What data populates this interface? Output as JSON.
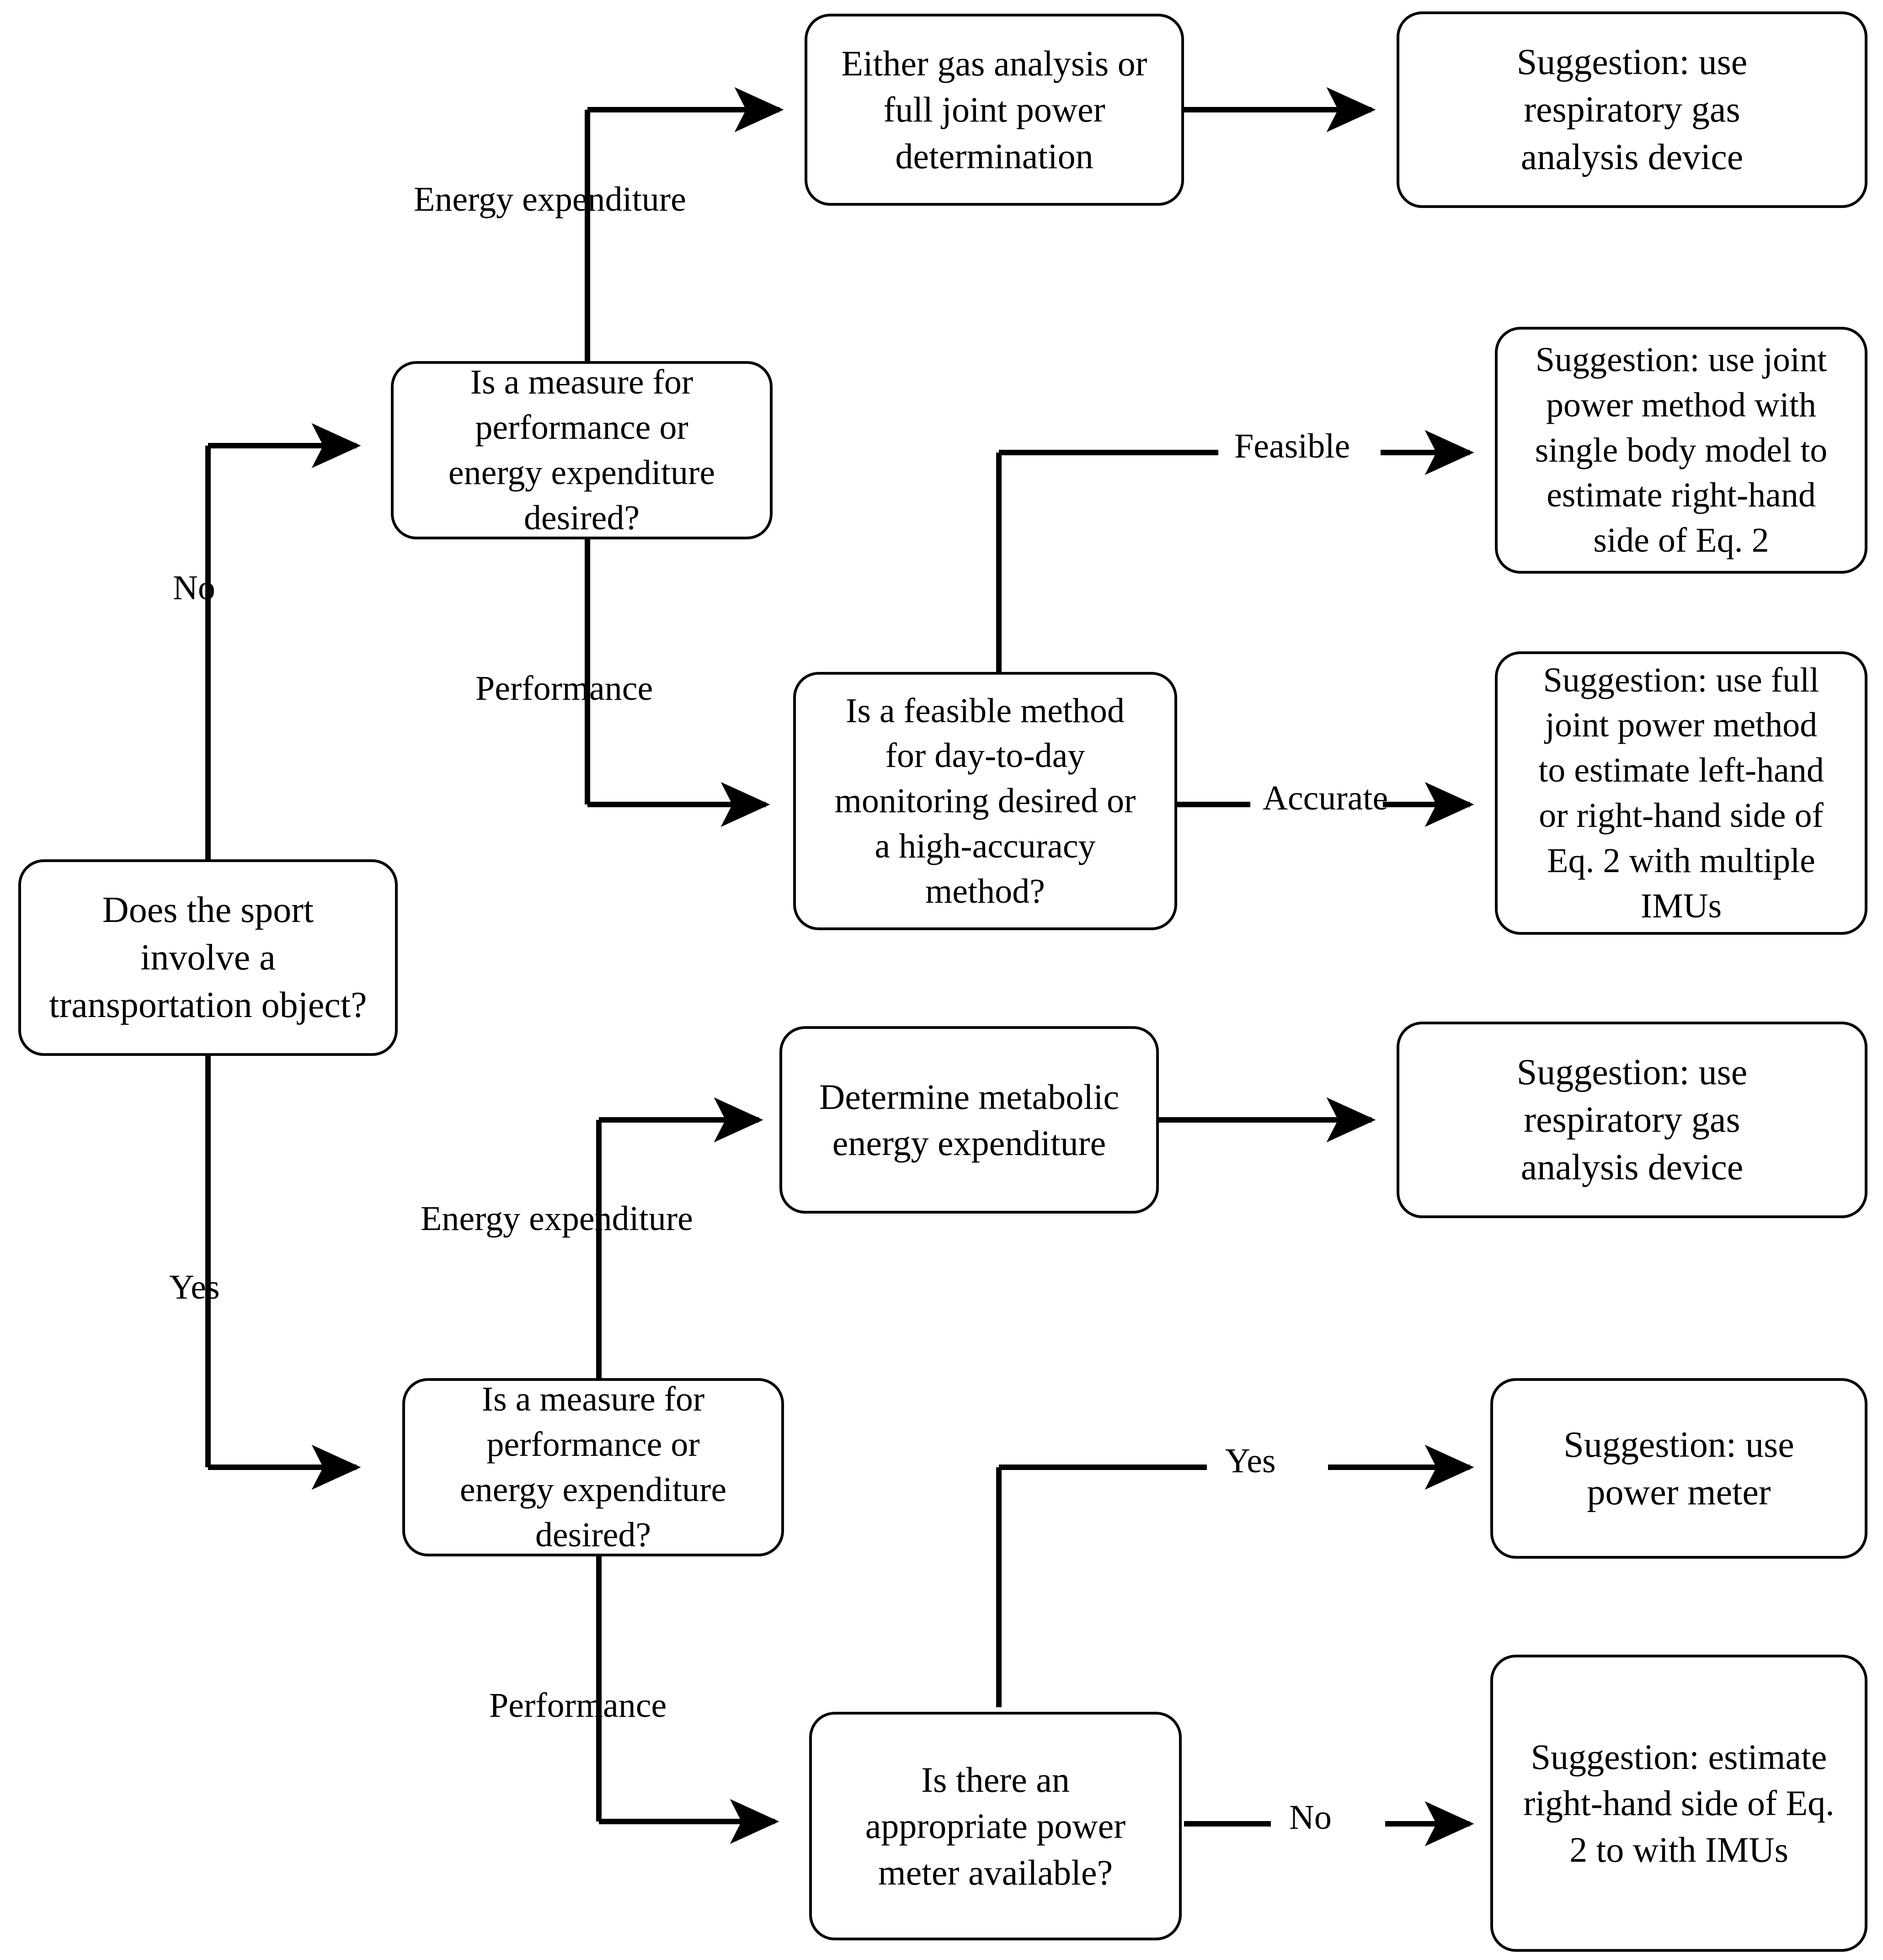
{
  "diagram": {
    "title": "Decision flowchart for selecting a measurement method for sport performance or energy expenditure",
    "line_color": "#000000",
    "background_color": "#ffffff"
  },
  "nodes": {
    "start_sport": "Does the sport\ninvolve a\ntransportation object?",
    "measure_top": "Is a measure for\nperformance or\nenergy expenditure\ndesired?",
    "gas_or_joint": "Either gas analysis or\nfull joint power\ndetermination",
    "resp_gas_top": "Suggestion: use\nrespiratory gas\nanalysis device",
    "feasible_method": "Is a feasible method\nfor day-to-day\nmonitoring desired or\na high-accuracy\nmethod?",
    "joint_single_body": "Suggestion: use joint\npower method with\nsingle body model to\nestimate right-hand\nside of Eq. 2",
    "full_joint_multi_imu": "Suggestion: use full\njoint power method\nto estimate left-hand\nor right-hand side of\nEq. 2 with multiple\nIMUs",
    "metabolic_ee": "Determine metabolic\nenergy expenditure",
    "resp_gas_bottom": "Suggestion: use\nrespiratory gas\nanalysis device",
    "measure_bottom": "Is a measure for\nperformance or\nenergy expenditure\ndesired?",
    "power_meter_avail": "Is there an\nappropriate power\nmeter available?",
    "use_power_meter": "Suggestion: use\npower meter",
    "estimate_imus": "Suggestion: estimate\nright-hand side of Eq.\n2 to with IMUs"
  },
  "edge_labels": {
    "no": "No",
    "yes": "Yes",
    "energy_expenditure_top": "Energy expenditure",
    "performance_top": "Performance",
    "feasible": "Feasible",
    "accurate": "Accurate",
    "energy_expenditure_bottom": "Energy expenditure",
    "performance_bottom": "Performance",
    "yes_power": "Yes",
    "no_power": "No"
  }
}
